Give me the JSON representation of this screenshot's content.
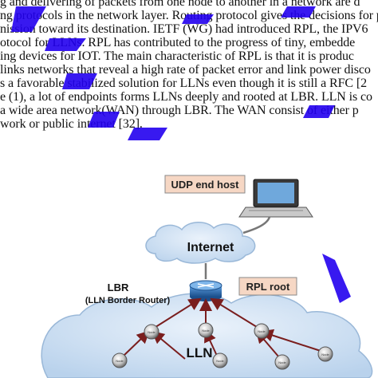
{
  "paper": {
    "lines": [
      "g and delivering of packets from one node to another in a network are d",
      "ng protocols in the network layer. Routing protocol gives the decisions for p",
      "nission toward its destination. IETF (WG) had introduced RPL, the IPV6",
      "otocol for LLNs. RPL has contributed to the progress of tiny, embedde",
      "ing devices for IOT. The main characteristic of RPL is that it is produc",
      "links networks that reveal a high rate of packet error and link power disco",
      "s a favorable stabilized solution for LLNs even though it is still a RFC [2",
      "e (1), a lot of endpoints forms LLNs deeply and rooted at LBR. LLN is co",
      "a wide area network(WAN) through LBR. The WAN consist of either p",
      "work or public internet [32]."
    ]
  },
  "figure": {
    "udp_label": "UDP end host",
    "internet_label": "Internet",
    "lbr_label": "LBR",
    "lbr_sub_label": "(LLN Border Router)",
    "rpl_root_label": "RPL root",
    "lln_label": "LLN",
    "node_label": "Node"
  },
  "colors": {
    "watermark": "#2200ee",
    "cloud": "#cfe0f3",
    "arrow": "#7a1e1e",
    "label_box": "#f6d7c4"
  }
}
